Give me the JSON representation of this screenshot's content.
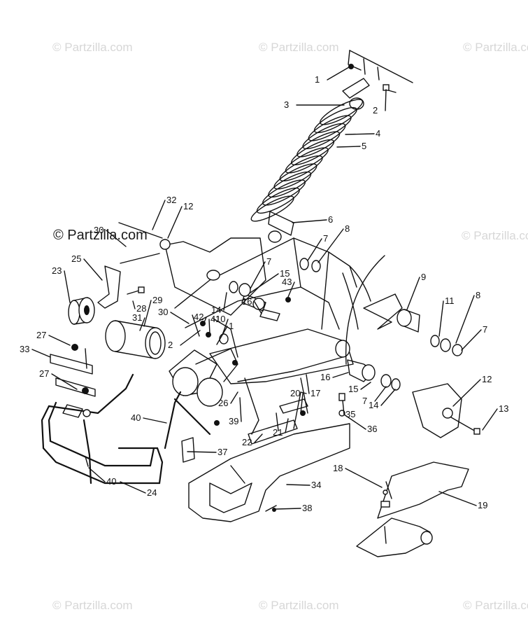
{
  "watermark": {
    "text": "© Partzilla.com"
  },
  "callouts": [
    {
      "n": "1"
    },
    {
      "n": "2"
    },
    {
      "n": "3"
    },
    {
      "n": "4"
    },
    {
      "n": "5"
    },
    {
      "n": "6"
    },
    {
      "n": "7"
    },
    {
      "n": "8"
    },
    {
      "n": "12"
    },
    {
      "n": "32"
    },
    {
      "n": "30"
    },
    {
      "n": "25"
    },
    {
      "n": "23"
    },
    {
      "n": "28"
    },
    {
      "n": "29"
    },
    {
      "n": "31"
    },
    {
      "n": "14"
    },
    {
      "n": "15"
    },
    {
      "n": "43"
    },
    {
      "n": "16"
    },
    {
      "n": "7"
    },
    {
      "n": "42"
    },
    {
      "n": "41"
    },
    {
      "n": "10"
    },
    {
      "n": "30"
    },
    {
      "n": "2"
    },
    {
      "n": "1"
    },
    {
      "n": "9"
    },
    {
      "n": "11"
    },
    {
      "n": "8"
    },
    {
      "n": "7"
    },
    {
      "n": "27"
    },
    {
      "n": "33"
    },
    {
      "n": "27"
    },
    {
      "n": "26"
    },
    {
      "n": "17"
    },
    {
      "n": "16"
    },
    {
      "n": "15"
    },
    {
      "n": "7"
    },
    {
      "n": "14"
    },
    {
      "n": "20"
    },
    {
      "n": "35"
    },
    {
      "n": "36"
    },
    {
      "n": "12"
    },
    {
      "n": "13"
    },
    {
      "n": "40"
    },
    {
      "n": "39"
    },
    {
      "n": "22"
    },
    {
      "n": "21"
    },
    {
      "n": "37"
    },
    {
      "n": "40"
    },
    {
      "n": "24"
    },
    {
      "n": "34"
    },
    {
      "n": "38"
    },
    {
      "n": "18"
    },
    {
      "n": "19"
    }
  ]
}
